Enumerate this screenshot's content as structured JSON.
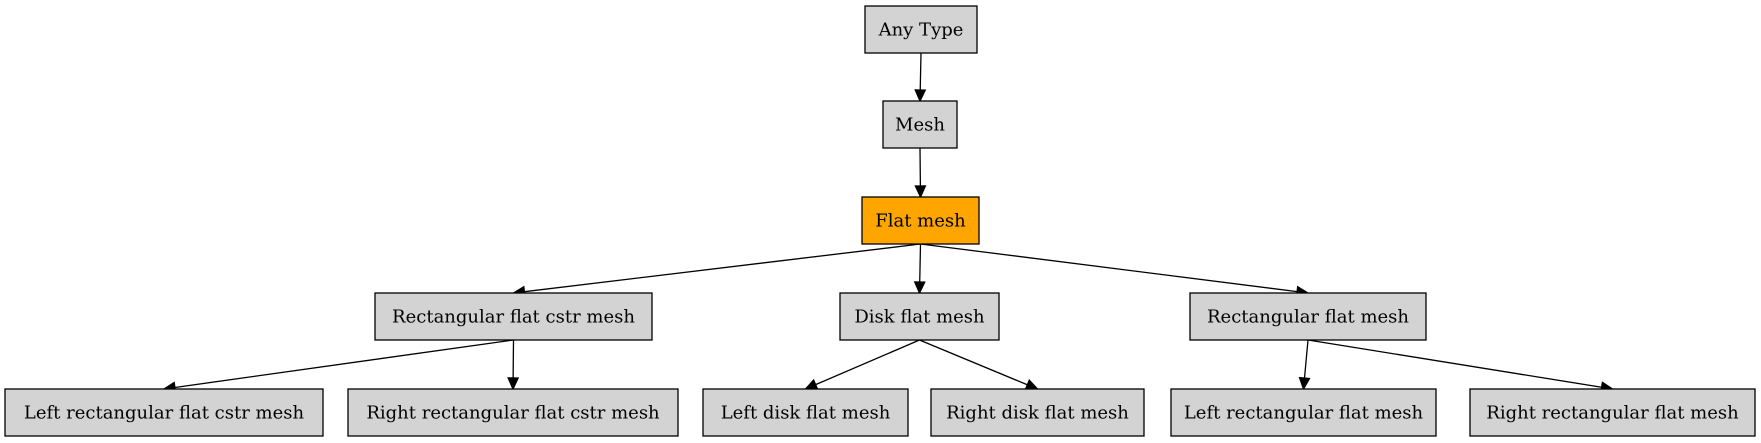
{
  "diagram": {
    "default_fill": "#d3d3d3",
    "highlight_fill": "#ffa500",
    "nodes": [
      {
        "id": "any-type",
        "label": "Any Type",
        "highlight": false
      },
      {
        "id": "mesh",
        "label": "Mesh",
        "highlight": false
      },
      {
        "id": "flat-mesh",
        "label": "Flat mesh",
        "highlight": true
      },
      {
        "id": "rect-flat-cstr-mesh",
        "label": "Rectangular flat cstr mesh",
        "highlight": false
      },
      {
        "id": "disk-flat-mesh",
        "label": "Disk flat mesh",
        "highlight": false
      },
      {
        "id": "rect-flat-mesh",
        "label": "Rectangular flat mesh",
        "highlight": false
      },
      {
        "id": "left-rect-flat-cstr-mesh",
        "label": "Left rectangular flat cstr mesh",
        "highlight": false
      },
      {
        "id": "right-rect-flat-cstr-mesh",
        "label": "Right rectangular flat cstr mesh",
        "highlight": false
      },
      {
        "id": "left-disk-flat-mesh",
        "label": "Left disk flat mesh",
        "highlight": false
      },
      {
        "id": "right-disk-flat-mesh",
        "label": "Right disk flat mesh",
        "highlight": false
      },
      {
        "id": "left-rect-flat-mesh",
        "label": "Left rectangular flat mesh",
        "highlight": false
      },
      {
        "id": "right-rect-flat-mesh",
        "label": "Right rectangular flat mesh",
        "highlight": false
      }
    ],
    "edges": [
      {
        "from": "any-type",
        "to": "mesh"
      },
      {
        "from": "mesh",
        "to": "flat-mesh"
      },
      {
        "from": "flat-mesh",
        "to": "rect-flat-cstr-mesh"
      },
      {
        "from": "flat-mesh",
        "to": "disk-flat-mesh"
      },
      {
        "from": "flat-mesh",
        "to": "rect-flat-mesh"
      },
      {
        "from": "rect-flat-cstr-mesh",
        "to": "left-rect-flat-cstr-mesh"
      },
      {
        "from": "rect-flat-cstr-mesh",
        "to": "right-rect-flat-cstr-mesh"
      },
      {
        "from": "disk-flat-mesh",
        "to": "left-disk-flat-mesh"
      },
      {
        "from": "disk-flat-mesh",
        "to": "right-disk-flat-mesh"
      },
      {
        "from": "rect-flat-mesh",
        "to": "left-rect-flat-mesh"
      },
      {
        "from": "rect-flat-mesh",
        "to": "right-rect-flat-mesh"
      }
    ]
  }
}
